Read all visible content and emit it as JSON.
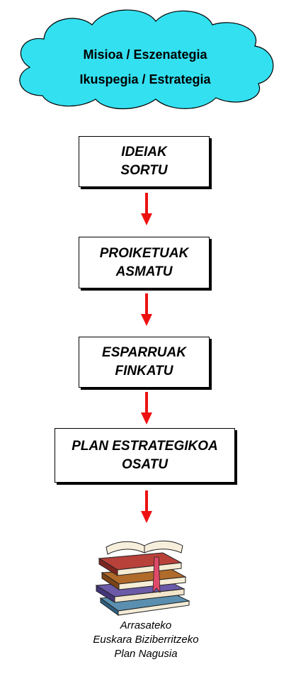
{
  "cloud": {
    "line1": "Misioa / Eszenategia",
    "line2": "Ikuspegia / Estrategia",
    "fill": "#33e0f0"
  },
  "steps": [
    {
      "line1": "IDEIAK",
      "line2": "SORTU"
    },
    {
      "line1": "PROIKETUAK",
      "line2": "ASMATU"
    },
    {
      "line1": "ESPARRUAK",
      "line2": "FINKATU"
    },
    {
      "line1": "PLAN ESTRATEGIKOA",
      "line2": "OSATU"
    }
  ],
  "arrow_color": "#ee1111",
  "books_icon": "stack-of-books-icon",
  "caption": {
    "line1": "Arrasateko",
    "line2": "Euskara Biziberritzeko",
    "line3": "Plan Nagusia"
  }
}
